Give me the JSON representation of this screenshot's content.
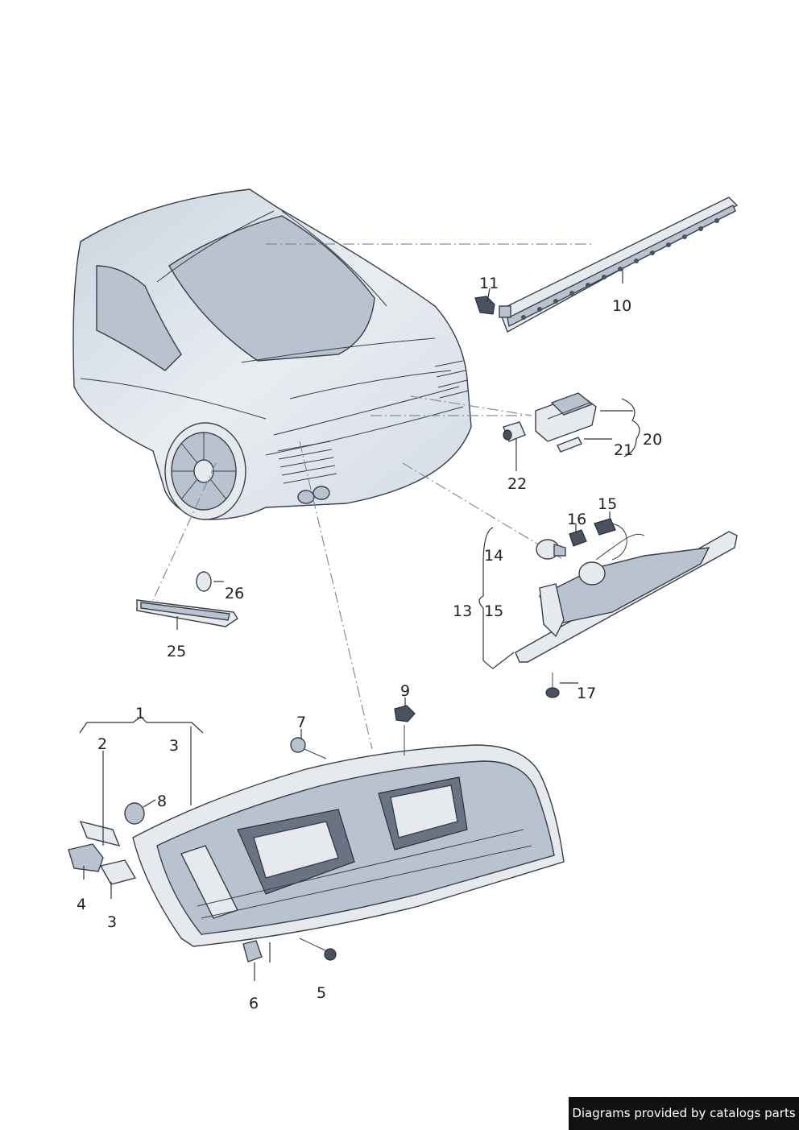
{
  "labels": {
    "l1": "1",
    "l2": "2",
    "l3a": "3",
    "l3b": "3",
    "l4": "4",
    "l5": "5",
    "l6": "6",
    "l7": "7",
    "l8": "8",
    "l9": "9",
    "l10": "10",
    "l11": "11",
    "l13": "13",
    "l14": "14",
    "l15a": "15",
    "l15b": "15",
    "l16": "16",
    "l17": "17",
    "l20": "20",
    "l21": "21",
    "l22": "22",
    "l25": "25",
    "l26": "26"
  },
  "credit": "Diagrams provided by catalogs parts",
  "colors": {
    "body": "#e6eaef",
    "shade": "#b9c3cf",
    "line": "#3a3f47",
    "dash": "#7c8fa6"
  }
}
